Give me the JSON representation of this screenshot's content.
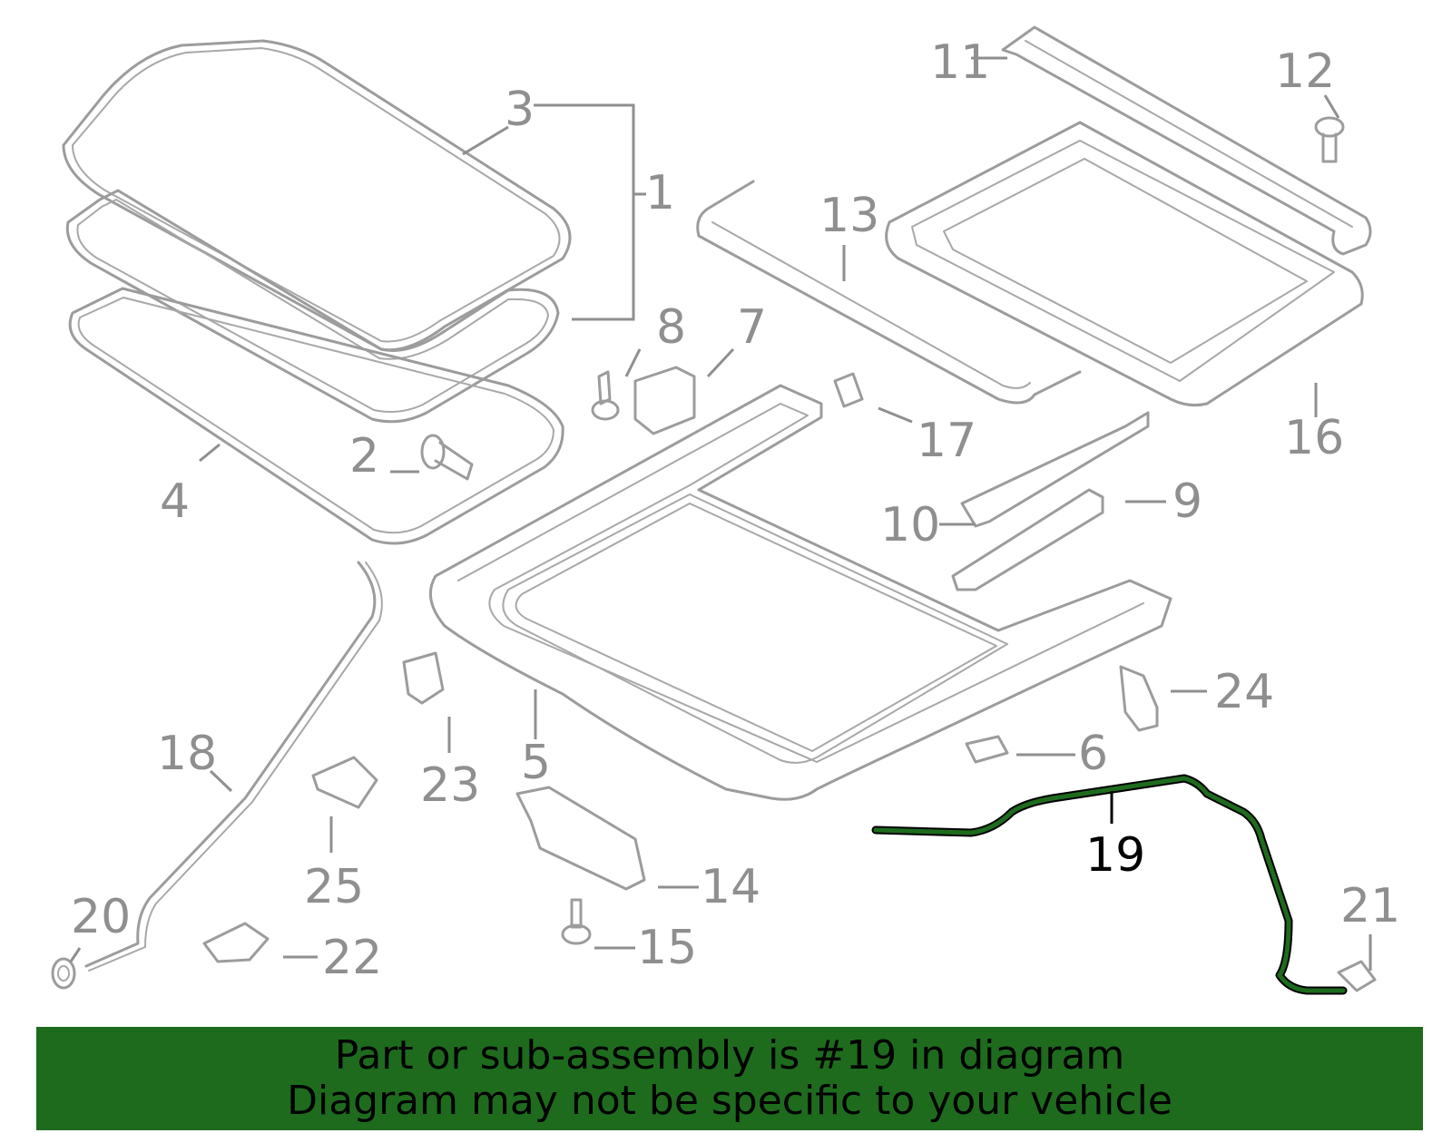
{
  "diagram": {
    "callouts": [
      {
        "id": "1",
        "label": "1"
      },
      {
        "id": "2",
        "label": "2"
      },
      {
        "id": "3",
        "label": "3"
      },
      {
        "id": "4",
        "label": "4"
      },
      {
        "id": "5",
        "label": "5"
      },
      {
        "id": "6",
        "label": "6"
      },
      {
        "id": "7",
        "label": "7"
      },
      {
        "id": "8",
        "label": "8"
      },
      {
        "id": "9",
        "label": "9"
      },
      {
        "id": "10",
        "label": "10"
      },
      {
        "id": "11",
        "label": "11"
      },
      {
        "id": "12",
        "label": "12"
      },
      {
        "id": "13",
        "label": "13"
      },
      {
        "id": "14",
        "label": "14"
      },
      {
        "id": "15",
        "label": "15"
      },
      {
        "id": "16",
        "label": "16"
      },
      {
        "id": "17",
        "label": "17"
      },
      {
        "id": "18",
        "label": "18"
      },
      {
        "id": "19",
        "label": "19"
      },
      {
        "id": "20",
        "label": "20"
      },
      {
        "id": "21",
        "label": "21"
      },
      {
        "id": "22",
        "label": "22"
      },
      {
        "id": "23",
        "label": "23"
      },
      {
        "id": "24",
        "label": "24"
      },
      {
        "id": "25",
        "label": "25"
      }
    ],
    "highlighted_part": "19",
    "colors": {
      "highlight_fill": "#1e6b1e",
      "part_stroke": "#9c9c9c",
      "label": "#8f8f8f",
      "highlight_label": "#000000"
    }
  },
  "footer": {
    "line1": "Part or sub-assembly is #19 in diagram",
    "line2": "Diagram may not be specific to your vehicle",
    "background": "#1e6b1e"
  }
}
